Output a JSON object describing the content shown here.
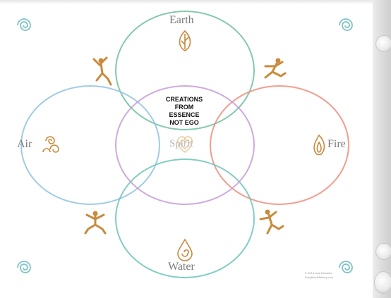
{
  "elements": {
    "earth": {
      "label": "Earth",
      "color": "#6fbf9c",
      "icon": "leaf-icon"
    },
    "air": {
      "label": "Air",
      "color": "#8fc3df",
      "icon": "swirl-icon"
    },
    "fire": {
      "label": "Fire",
      "color": "#f08c7a",
      "icon": "flame-icon"
    },
    "water": {
      "label": "Water",
      "color": "#6cc4b8",
      "icon": "water-drop-icon"
    },
    "spirit": {
      "label": "Spirit",
      "color": "#c59bd6",
      "icon": "heart-icon"
    }
  },
  "center_text": [
    "CREATIONS",
    "FROM",
    "ESSENCE",
    "NOT EGO"
  ],
  "corner_icons": [
    "spiral-icon",
    "spiral-icon",
    "spiral-icon",
    "spiral-icon"
  ],
  "figures": [
    "dancer-figure-icon",
    "dancer-figure-icon",
    "dancer-figure-icon",
    "dancer-figure-icon"
  ],
  "accent_colors": {
    "figure": "#c98a3c",
    "spiral": "#7fc3c6",
    "line_text": "#7a7a7a"
  },
  "copyright": [
    "© 2013 Lisa Michaels",
    "EasyMindMastery.com"
  ]
}
